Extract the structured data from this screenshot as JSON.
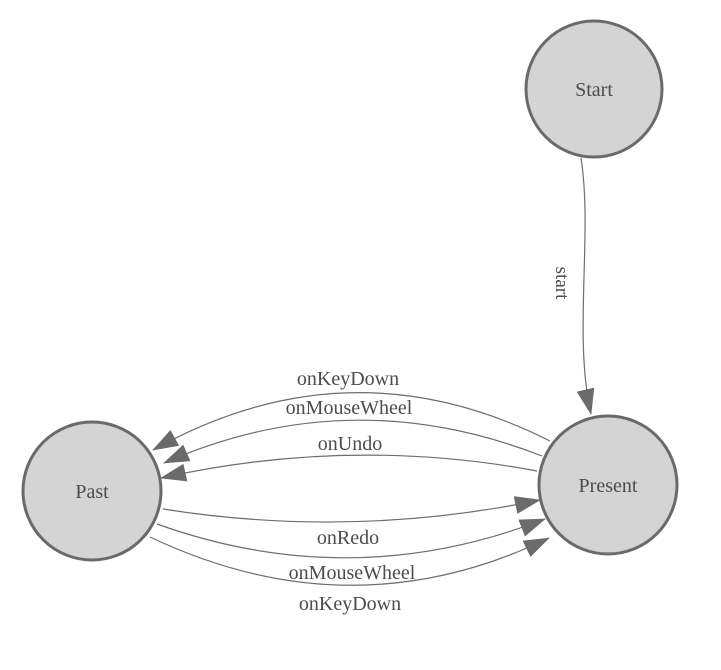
{
  "diagram": {
    "type": "finite-state-machine",
    "colors": {
      "background": "#ffffff",
      "node_fill": "#d4d4d4",
      "node_stroke": "#6a6a6a",
      "edge_stroke": "#6e6e6e",
      "arrow_fill": "#6b6b6b",
      "label_color": "#4c4c4c"
    },
    "nodes": [
      {
        "id": "start",
        "label": "Start"
      },
      {
        "id": "present",
        "label": "Present"
      },
      {
        "id": "past",
        "label": "Past"
      }
    ],
    "edges": [
      {
        "from": "start",
        "to": "present",
        "label": "start"
      },
      {
        "from": "present",
        "to": "past",
        "label": "onKeyDown"
      },
      {
        "from": "present",
        "to": "past",
        "label": "onMouseWheel"
      },
      {
        "from": "present",
        "to": "past",
        "label": "onUndo"
      },
      {
        "from": "past",
        "to": "present",
        "label": "onRedo"
      },
      {
        "from": "past",
        "to": "present",
        "label": "onMouseWheel"
      },
      {
        "from": "past",
        "to": "present",
        "label": "onKeyDown"
      }
    ]
  }
}
